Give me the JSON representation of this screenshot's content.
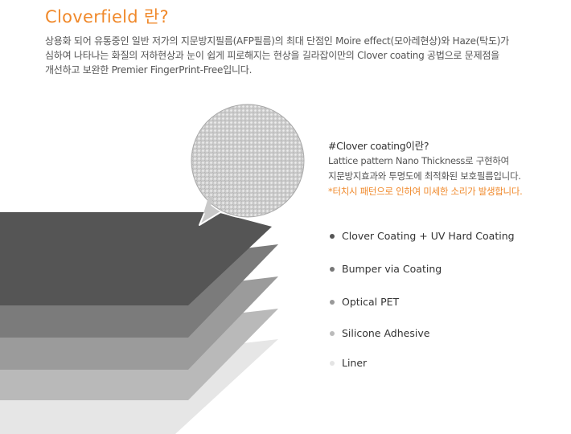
{
  "header": {
    "title": "Cloverfield 란?"
  },
  "intro": {
    "line1": "상용화 되어 유통중인 일반 저가의 지문방지필름(AFP필름)의 최대 단점인 Moire effect(모아레현상)와 Haze(탁도)가",
    "line2": "심하여 나타나는 화질의 저하현상과 눈이 쉽게 피로해지는 현상을 길라잡이만의 Clover coating 공법으로 문제점을",
    "line3": "개선하고 보완한 Premier FingerPrint-Free입니다."
  },
  "coating": {
    "heading": "#Clover coating이란?",
    "line1": "Lattice pattern Nano Thickness로 구현하여",
    "line2": "지문방지효과와 투명도에 최적화된 보호필름입니다.",
    "note": "*터치시 패턴으로 인하여 미세한 소리가 발생합니다."
  },
  "layers": [
    {
      "label": "Clover Coating + UV Hard Coating",
      "color": "#555555"
    },
    {
      "label": "Bumper via Coating",
      "color": "#777777"
    },
    {
      "label": "Optical PET",
      "color": "#999999"
    },
    {
      "label": "Silicone Adhesive",
      "color": "#bbbbbb"
    },
    {
      "label": "Liner",
      "color": "#e4e4e4"
    }
  ],
  "colors": {
    "accent": "#f0892b",
    "text": "#555555"
  }
}
